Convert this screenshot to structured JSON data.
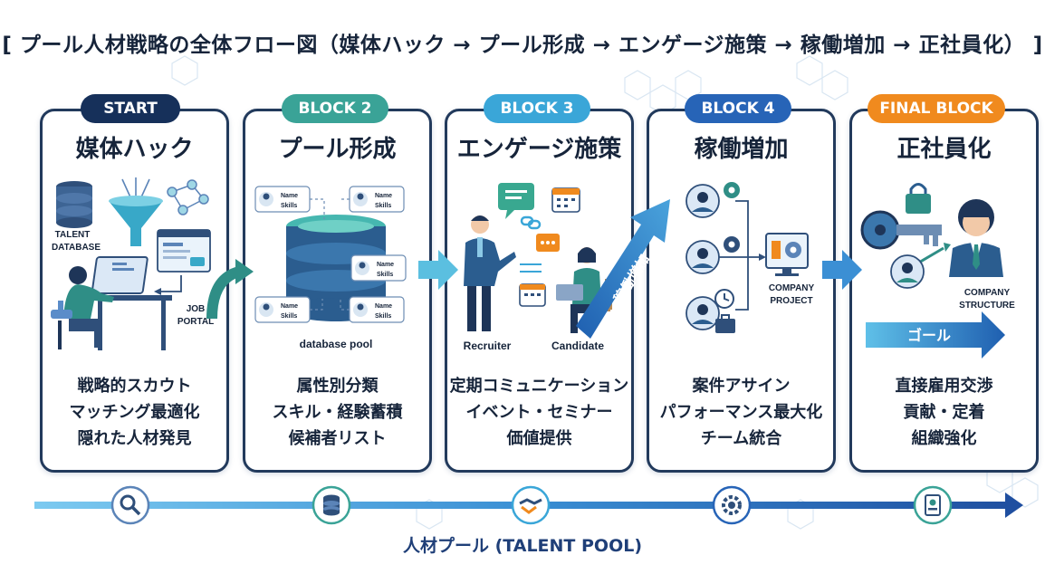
{
  "title": "[ プール人材戦略の全体フロー図（媒体ハック → プール形成 → エンゲージ施策 → 稼働増加 → 正社員化） ]",
  "colors": {
    "navy": "#16305a",
    "teal": "#3aa397",
    "sky": "#3aa6d8",
    "blue": "#2764b7",
    "orange": "#f08a1e"
  },
  "blocks": [
    {
      "badge": "START",
      "title": "媒体ハック",
      "labels": {
        "talent_database": "TALENT\nDATABASE",
        "talent_l1": "TALENT",
        "talent_l2": "DATABASE",
        "job_l1": "JOB",
        "job_l2": "PORTAL"
      },
      "bullets": [
        "戦略的スカウト",
        "マッチング最適化",
        "隠れた人材発見"
      ]
    },
    {
      "badge": "BLOCK 2",
      "title": "プール形成",
      "labels": {
        "name": "Name",
        "skills": "Skills",
        "pool": "database pool"
      },
      "bullets": [
        "属性別分類",
        "スキル・経験蓄積",
        "候補者リスト"
      ]
    },
    {
      "badge": "BLOCK 3",
      "title": "エンゲージ施策",
      "labels": {
        "recruiter": "Recruiter",
        "candidate": "Candidate"
      },
      "bullets": [
        "定期コミュニケーション",
        "イベント・セミナー",
        "価値提供"
      ]
    },
    {
      "badge": "BLOCK 4",
      "title": "稼働増加",
      "labels": {
        "company_l1": "COMPANY",
        "company_l2": "PROJECT"
      },
      "bullets": [
        "案件アサイン",
        "パフォーマンス最大化",
        "チーム統合"
      ]
    },
    {
      "badge": "FINAL BLOCK",
      "title": "正社員化",
      "labels": {
        "structure_l1": "COMPANY",
        "structure_l2": "STRUCTURE",
        "goal": "ゴール"
      },
      "bullets": [
        "直接雇用交渉",
        "貢献・定着",
        "組織強化"
      ]
    }
  ],
  "rising_arrow_label": "稼働増加",
  "timeline": {
    "icons": [
      "search-icon",
      "database-icon",
      "handshake-icon",
      "gear-icon",
      "id-badge-icon"
    ],
    "label": "人材プール (TALENT POOL)"
  }
}
